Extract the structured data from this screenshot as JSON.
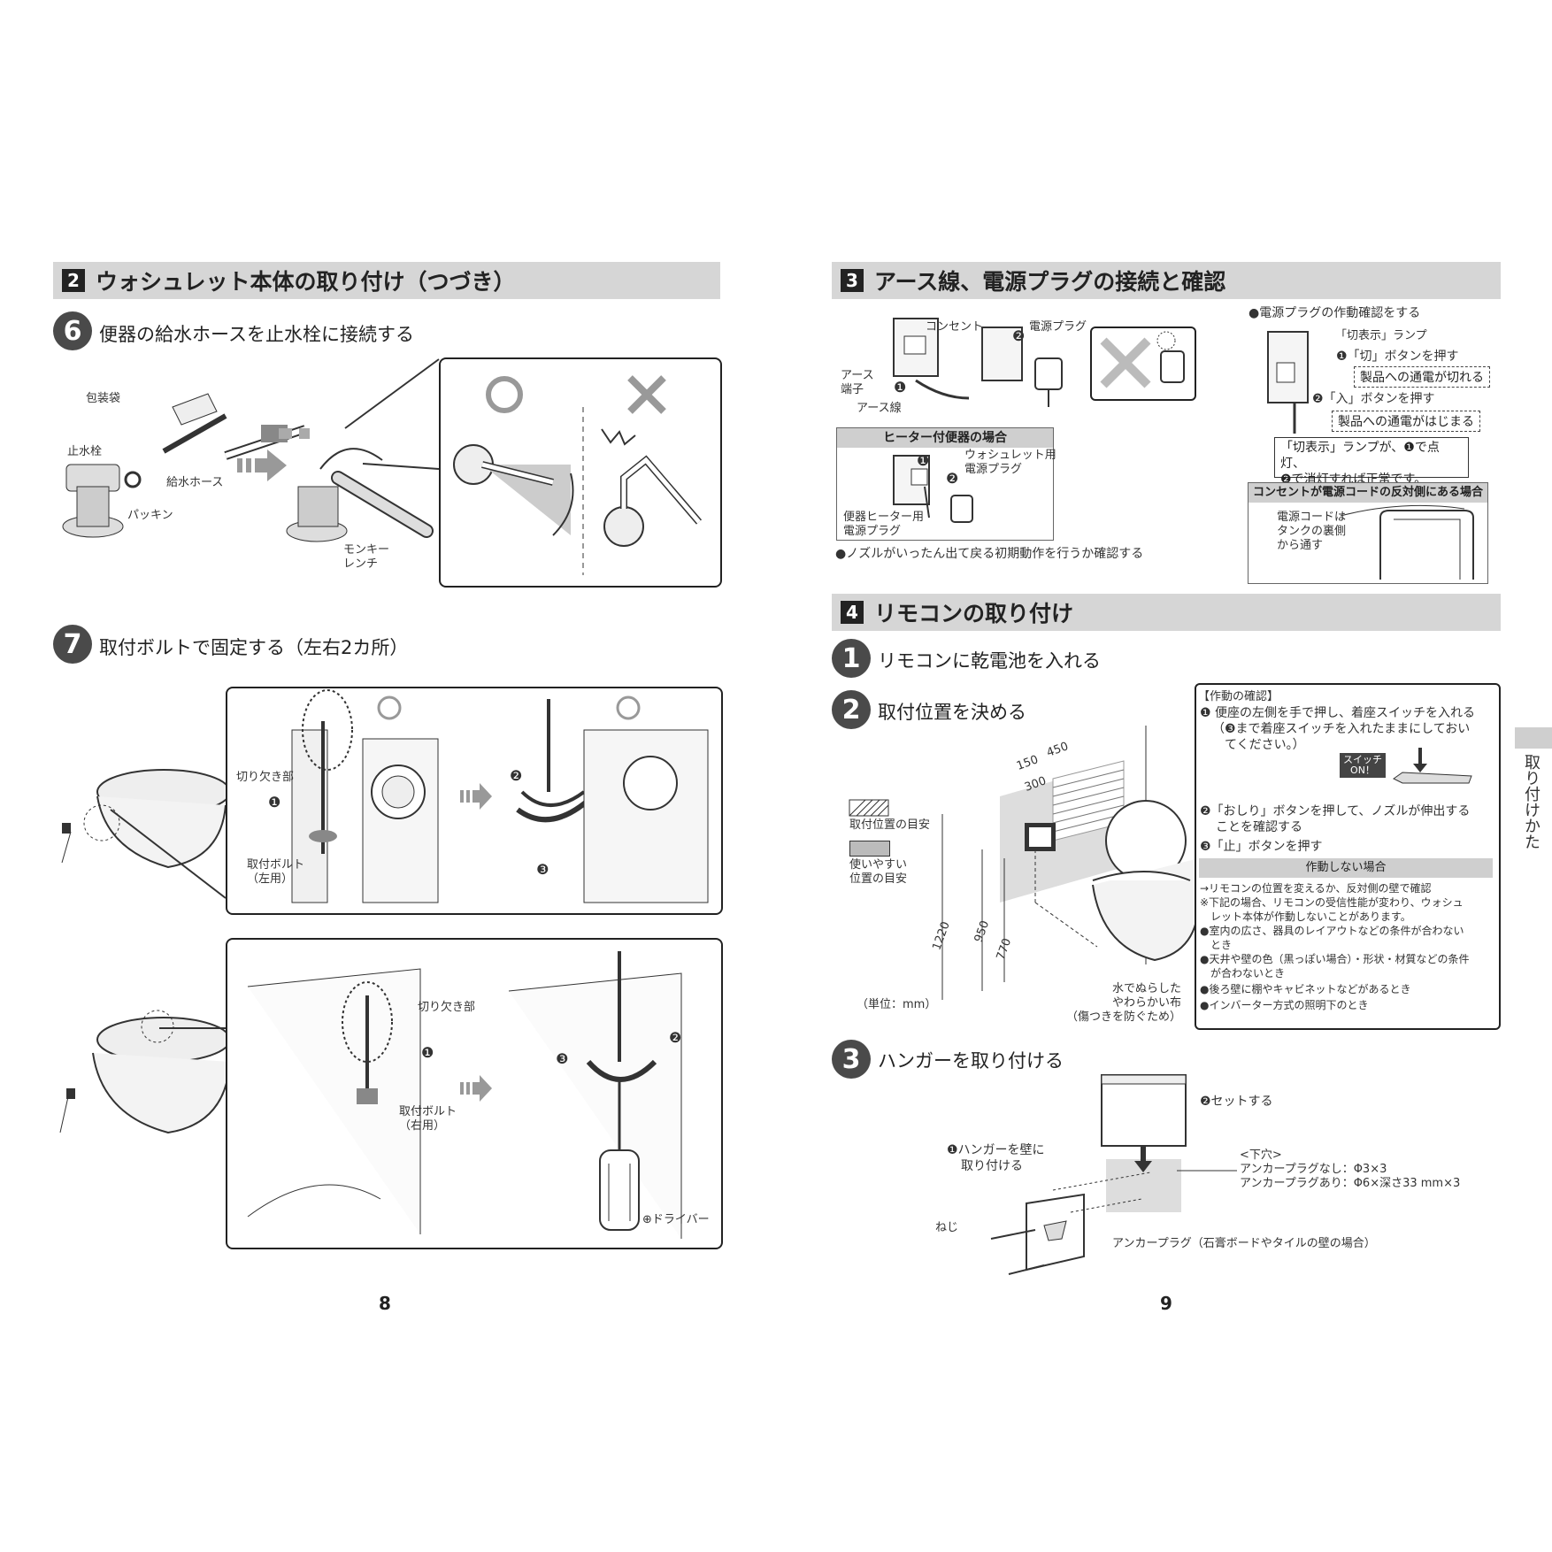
{
  "left": {
    "section_num": "2",
    "section_title": "ウォシュレット本体の取り付け（つづき）",
    "step6": {
      "num": "6",
      "title": "便器の給水ホースを止水栓に接続する",
      "labels": {
        "bag": "包装袋",
        "stopcock": "止水栓",
        "hose": "給水ホース",
        "packing": "パッキン",
        "wrench1": "モンキー",
        "wrench2": "レンチ"
      }
    },
    "step7": {
      "num": "7",
      "title": "取付ボルトで固定する（左右2カ所）",
      "labels": {
        "notch": "切り欠き部",
        "bolt_left1": "取付ボルト",
        "bolt_left2": "（左用）",
        "notch2": "切り欠き部",
        "bolt_right1": "取付ボルト",
        "bolt_right2": "（右用）",
        "driver": "⊕ドライバー",
        "m1": "❶",
        "m2": "❷",
        "m3": "❸",
        "m1b": "❶",
        "m2b": "❷",
        "m3b": "❸"
      }
    },
    "page": "8"
  },
  "right": {
    "section3_num": "3",
    "section3_title": "アース線、電源プラグの接続と確認",
    "s3": {
      "outlet": "コンセント",
      "plug": "電源プラグ",
      "earth_term1": "アース",
      "earth_term2": "端子",
      "earth_wire": "アース線",
      "n1": "❶",
      "n2": "❷",
      "heater_head": "ヒーター付便器の場合",
      "washlet_plug1": "ウォシュレット用",
      "washlet_plug2": "電源プラグ",
      "heater_plug1": "便器ヒーター用",
      "heater_plug2": "電源プラグ",
      "h1": "❶",
      "h2": "❷",
      "nozzle_note": "●ノズルがいったん出て戻る初期動作を行うか確認する",
      "check_title": "●電源プラグの作動確認をする",
      "lamp": "「切表示」ランプ",
      "off_btn": "❶「切」ボタンを押す",
      "off_result": "製品への通電が切れる",
      "on_btn": "❷「入」ボタンを押す",
      "on_result": "製品への通電がはじまる",
      "normal1": "「切表示」ランプが、❶で点灯、",
      "normal2": "❷で消灯すれば正常です。",
      "reverse_head": "コンセントが電源コードの反対側にある場合",
      "reverse1": "電源コードは",
      "reverse2": "タンクの裏側",
      "reverse3": "から通す"
    },
    "section4_num": "4",
    "section4_title": "リモコンの取り付け",
    "step1": {
      "num": "1",
      "title": "リモコンに乾電池を入れる"
    },
    "step2": {
      "num": "2",
      "title": "取付位置を決める",
      "legend1": "取付位置の目安",
      "legend2a": "使いやすい",
      "legend2b": "位置の目安",
      "unit": "（単位：mm）",
      "d150": "150",
      "d450": "450",
      "d300": "300",
      "d1220": "1220",
      "d950": "950",
      "d770": "770",
      "cloth1": "水でぬらした",
      "cloth2": "やわらかい布",
      "cloth3": "（傷つきを防ぐため）"
    },
    "confirm": {
      "head": "【作動の確認】",
      "c1a": "❶ 便座の左側を手で押し、着座スイッチを入れる",
      "c1b": "（❸まで着座スイッチを入れたままにしておい",
      "c1c": "てください。）",
      "switch1": "スイッチ",
      "switch2": "ON！",
      "c2a": "❷「おしり」ボタンを押して、ノズルが伸出する",
      "c2b": "ことを確認する",
      "c3": "❸「止」ボタンを押す",
      "ng_head": "作動しない場合",
      "ng1": "→リモコンの位置を変えるか、反対側の壁で確認",
      "ng2a": "※下記の場合、リモコンの受信性能が変わり、ウォシュ",
      "ng2b": "レット本体が作動しないことがあります。",
      "b1a": "●室内の広さ、器具のレイアウトなどの条件が合わない",
      "b1b": "とき",
      "b2a": "●天井や壁の色（黒っぽい場合）・形状・材質などの条件",
      "b2b": "が合わないとき",
      "b3": "●後ろ壁に棚やキャビネットなどがあるとき",
      "b4": "●インバーター方式の照明下のとき"
    },
    "step3": {
      "num": "3",
      "title": "ハンガーを取り付ける",
      "set": "❷セットする",
      "hanger1": "❶ハンガーを壁に",
      "hanger2": "取り付ける",
      "holes": "<下穴>",
      "anchor_no": "アンカープラグなし：Φ3×3",
      "anchor_yes": "アンカープラグあり：Φ6×深さ33 mm×3",
      "screw": "ねじ",
      "anchor": "アンカープラグ（石膏ボードやタイルの壁の場合）"
    },
    "side_tab": "取り付けかた",
    "page": "9"
  }
}
